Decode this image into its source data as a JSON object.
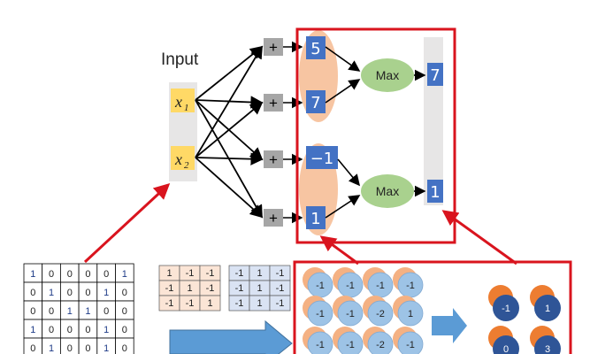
{
  "input_title": "Input",
  "inputs": [
    {
      "var": "x",
      "sub": "1"
    },
    {
      "var": "x",
      "sub": "2"
    }
  ],
  "plus_symbol": "+",
  "sums": [
    "5",
    "7",
    "−1",
    "1"
  ],
  "max_label": "Max",
  "outputs": [
    "7",
    "1"
  ],
  "image_matrix": [
    [
      "1",
      "0",
      "0",
      "0",
      "0",
      "1"
    ],
    [
      "0",
      "1",
      "0",
      "0",
      "1",
      "0"
    ],
    [
      "0",
      "0",
      "1",
      "1",
      "0",
      "0"
    ],
    [
      "1",
      "0",
      "0",
      "0",
      "1",
      "0"
    ],
    [
      "0",
      "1",
      "0",
      "0",
      "1",
      "0"
    ]
  ],
  "filter1": [
    [
      "1",
      "-1",
      "-1"
    ],
    [
      "-1",
      "1",
      "-1"
    ],
    [
      "-1",
      "-1",
      "1"
    ]
  ],
  "filter2": [
    [
      "-1",
      "1",
      "-1"
    ],
    [
      "-1",
      "1",
      "-1"
    ],
    [
      "-1",
      "1",
      "-1"
    ]
  ],
  "feature_map_blue": [
    [
      "-1",
      "-1",
      "-1",
      "-1"
    ],
    [
      "-1",
      "-1",
      "-2",
      "1"
    ],
    [
      "-1",
      "-1",
      "-2",
      "-1"
    ]
  ],
  "pooled_blue": [
    [
      "-1",
      "1"
    ],
    [
      "0",
      "3"
    ]
  ],
  "colors": {
    "red_frame": "#d9141e",
    "plus_gray": "#a6a6a6",
    "blue_box": "#4472c4",
    "max_green": "#a9d18e",
    "orange_blob": "#f4b183",
    "input_tan": "#ffd966",
    "panel_gray": "#e7e6e6",
    "arrow_blue": "#5b9bd5"
  }
}
